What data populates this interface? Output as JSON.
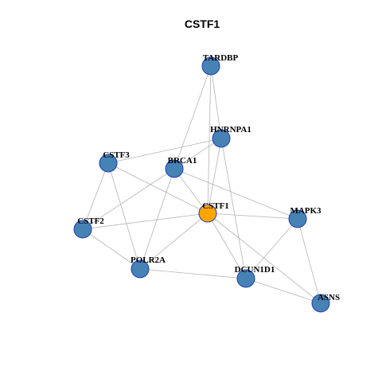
{
  "title": "CSTF1",
  "colors": {
    "node_fill": "#4682b4",
    "node_border": "#1f3fb8",
    "hub_fill": "#ffa500",
    "edge": "#b4b4b4"
  },
  "nodes": [
    {
      "id": "TARDBP",
      "label": "TARDBP",
      "hub": false
    },
    {
      "id": "HNRNPA1",
      "label": "HNRNPA1",
      "hub": false
    },
    {
      "id": "CSTF3",
      "label": "CSTF3",
      "hub": false
    },
    {
      "id": "BRCA1",
      "label": "BRCA1",
      "hub": false
    },
    {
      "id": "CSTF1",
      "label": "CSTF1",
      "hub": true
    },
    {
      "id": "MAPK3",
      "label": "MAPK3",
      "hub": false
    },
    {
      "id": "CSTF2",
      "label": "CSTF2",
      "hub": false
    },
    {
      "id": "POLR2A",
      "label": "POLR2A",
      "hub": false
    },
    {
      "id": "DCUN1D1",
      "label": "DCUN1D1",
      "hub": false
    },
    {
      "id": "ASNS",
      "label": "ASNS",
      "hub": false
    }
  ],
  "edges": [
    [
      "TARDBP",
      "HNRNPA1"
    ],
    [
      "TARDBP",
      "BRCA1"
    ],
    [
      "TARDBP",
      "CSTF1"
    ],
    [
      "HNRNPA1",
      "CSTF3"
    ],
    [
      "HNRNPA1",
      "BRCA1"
    ],
    [
      "HNRNPA1",
      "CSTF1"
    ],
    [
      "HNRNPA1",
      "DCUN1D1"
    ],
    [
      "CSTF3",
      "CSTF2"
    ],
    [
      "CSTF3",
      "POLR2A"
    ],
    [
      "CSTF3",
      "CSTF1"
    ],
    [
      "BRCA1",
      "CSTF2"
    ],
    [
      "BRCA1",
      "POLR2A"
    ],
    [
      "BRCA1",
      "CSTF1"
    ],
    [
      "BRCA1",
      "MAPK3"
    ],
    [
      "CSTF1",
      "CSTF2"
    ],
    [
      "CSTF1",
      "POLR2A"
    ],
    [
      "CSTF1",
      "MAPK3"
    ],
    [
      "CSTF1",
      "DCUN1D1"
    ],
    [
      "CSTF1",
      "ASNS"
    ],
    [
      "CSTF2",
      "POLR2A"
    ],
    [
      "POLR2A",
      "DCUN1D1"
    ],
    [
      "MAPK3",
      "DCUN1D1"
    ],
    [
      "MAPK3",
      "ASNS"
    ],
    [
      "DCUN1D1",
      "ASNS"
    ]
  ]
}
